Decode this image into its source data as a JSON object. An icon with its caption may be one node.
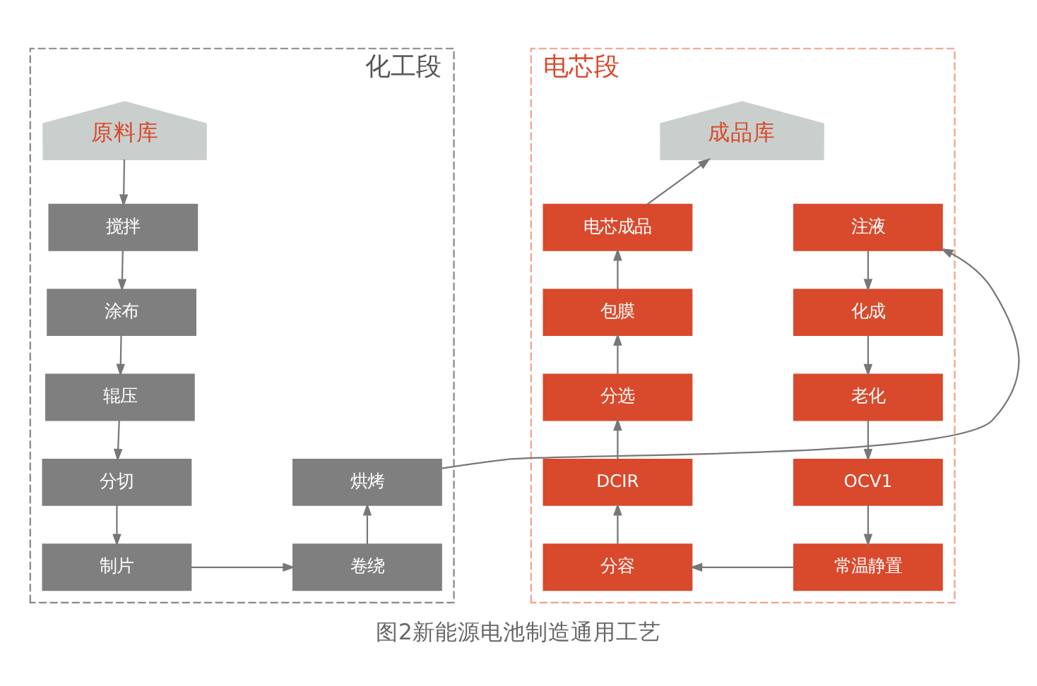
{
  "diagram": {
    "caption": "图2新能源电池制造通用工艺",
    "nodes": [
      {
        "text": [
          "化工段"
        ]
      },
      {
        "text": [
          "原料库"
        ],
        "in": 0
      },
      {
        "text": [
          "搅拌"
        ],
        "in": 0
      },
      {
        "text": [
          "涂布"
        ],
        "in": 0
      },
      {
        "text": [
          "辊压"
        ],
        "in": 0
      },
      {
        "text": [
          "分切"
        ],
        "in": 0
      },
      {
        "text": [
          "制片"
        ],
        "in": 0
      },
      {
        "text": [
          "卷绕"
        ],
        "in": 0
      },
      {
        "text": [
          "烘烤"
        ],
        "in": 0
      },
      {
        "text": [
          "电芯段"
        ]
      },
      {
        "text": [
          "成品库"
        ],
        "in": 9
      },
      {
        "text": [
          "注液"
        ],
        "in": 9
      },
      {
        "text": [
          "化成"
        ],
        "in": 9
      },
      {
        "text": [
          "老化"
        ],
        "in": 9
      },
      {
        "text": [
          "OCV1"
        ],
        "in": 9
      },
      {
        "text": [
          "常温静置"
        ],
        "in": 9
      },
      {
        "text": [
          "分容"
        ],
        "in": 9
      },
      {
        "text": [
          "DCIR"
        ],
        "in": 9
      },
      {
        "text": [
          "分选"
        ],
        "in": 9
      },
      {
        "text": [
          "包膜"
        ],
        "in": 9
      },
      {
        "text": [
          "电芯成品"
        ],
        "in": 9
      }
    ],
    "edges": [
      {
        "from": 1,
        "to": 2,
        "arrow": "to"
      },
      {
        "from": 2,
        "to": 3,
        "arrow": "to"
      },
      {
        "from": 3,
        "to": 4,
        "arrow": "to"
      },
      {
        "from": 4,
        "to": 5,
        "arrow": "to"
      },
      {
        "from": 5,
        "to": 6,
        "arrow": "to"
      },
      {
        "from": 6,
        "to": 7,
        "arrow": "to"
      },
      {
        "from": 7,
        "to": 8,
        "arrow": "to"
      },
      {
        "from": 8,
        "to": 11,
        "arrow": "to"
      },
      {
        "from": 11,
        "to": 12,
        "arrow": "to"
      },
      {
        "from": 12,
        "to": 13,
        "arrow": "to"
      },
      {
        "from": 13,
        "to": 14,
        "arrow": "to"
      },
      {
        "from": 14,
        "to": 15,
        "arrow": "to"
      },
      {
        "from": 15,
        "to": 16,
        "arrow": "to"
      },
      {
        "from": 16,
        "to": 17,
        "arrow": "to"
      },
      {
        "from": 17,
        "to": 18,
        "arrow": "to"
      },
      {
        "from": 18,
        "to": 19,
        "arrow": "to"
      },
      {
        "from": 19,
        "to": 20,
        "arrow": "to"
      },
      {
        "from": 20,
        "to": 10,
        "arrow": "to"
      }
    ]
  }
}
